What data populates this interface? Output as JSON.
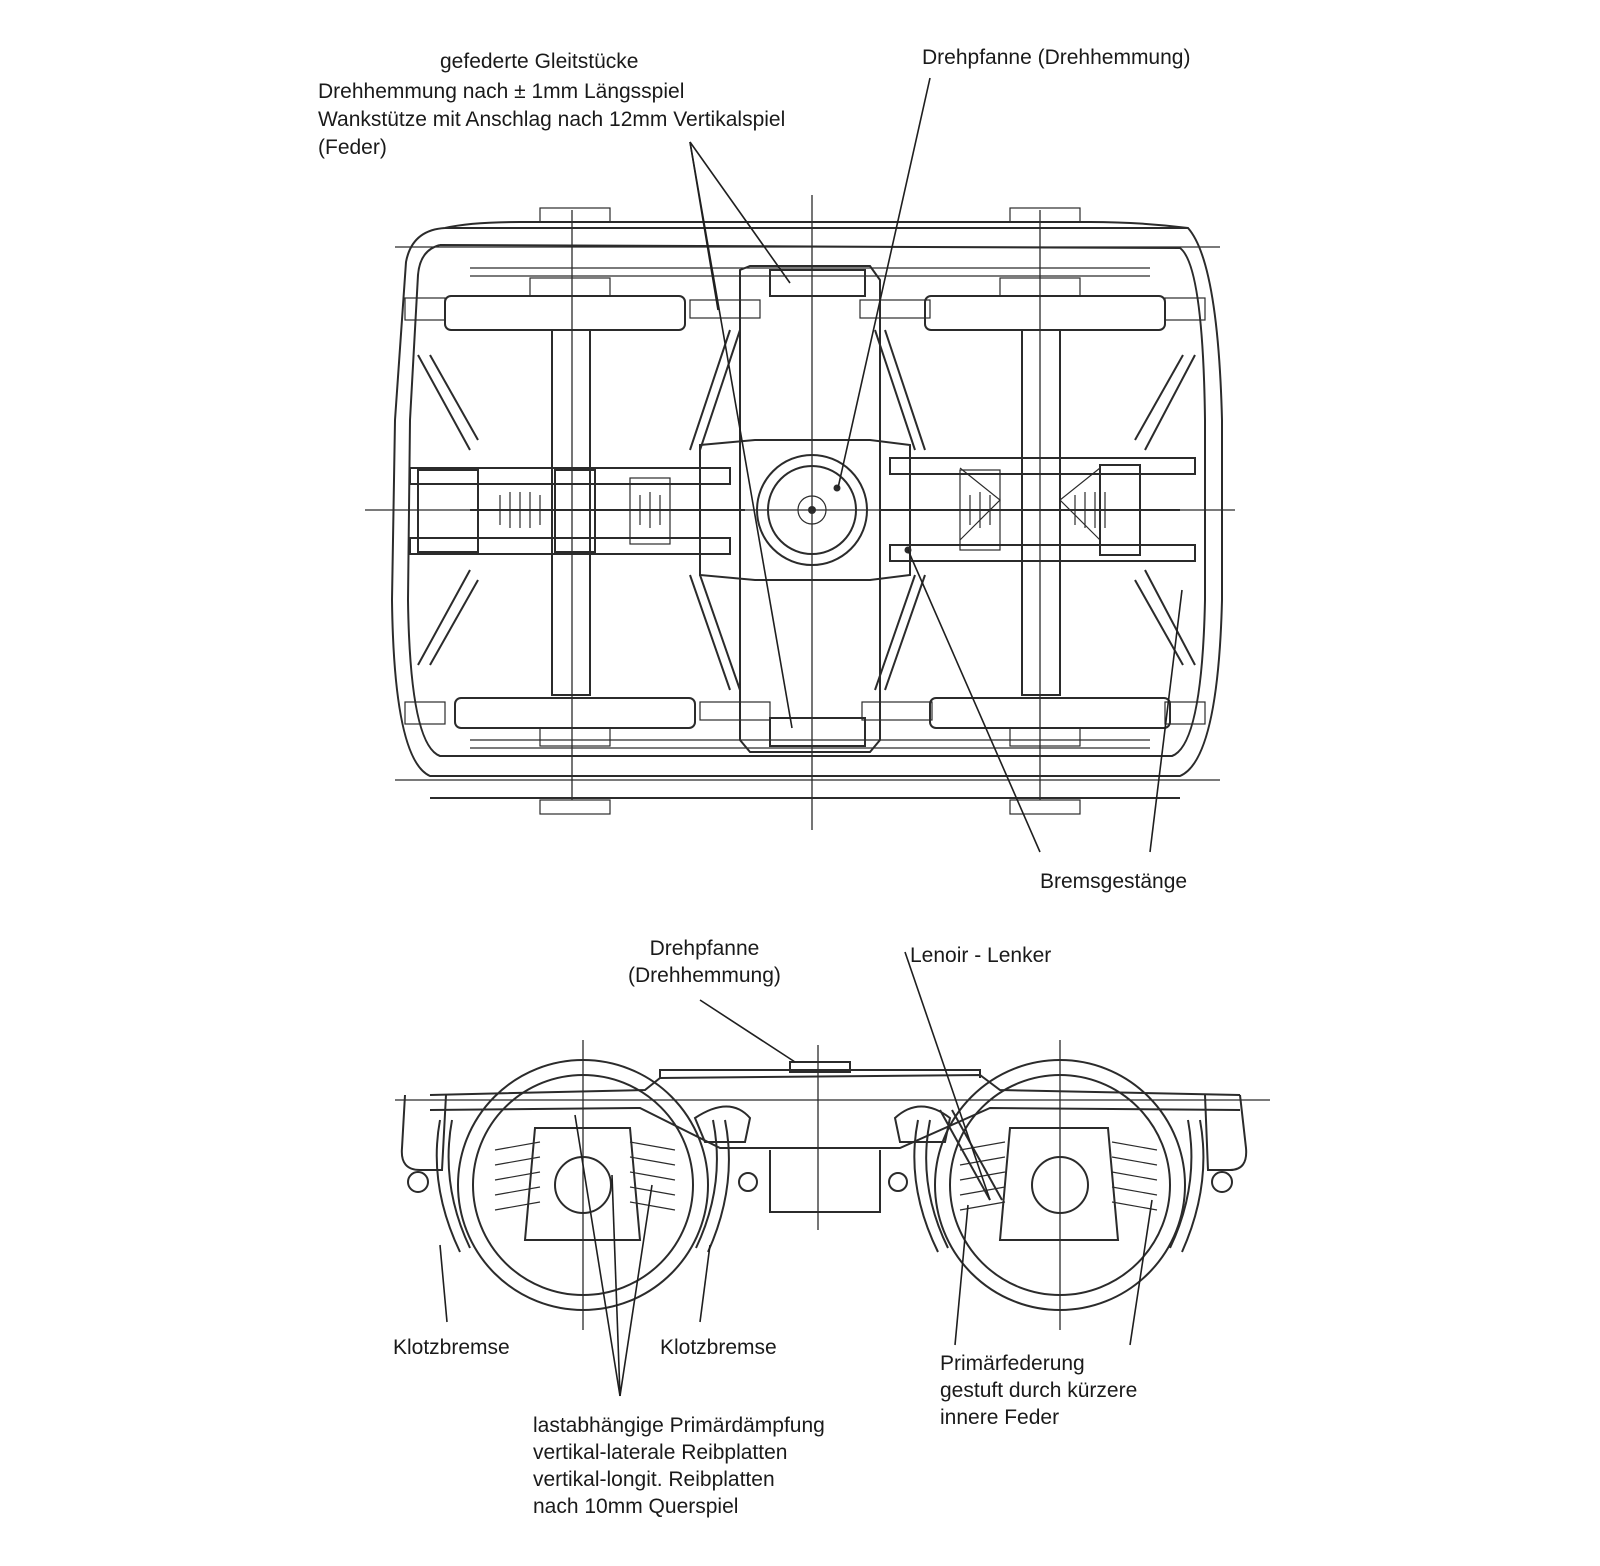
{
  "top_view": {
    "label_gleitstuecke": {
      "lines": [
        "gefederte Gleitstücke",
        "Drehhemmung nach  ± 1mm Längsspiel",
        "Wankstütze mit Anschlag nach 12mm Vertikalspiel",
        "(Feder)"
      ]
    },
    "label_drehpfanne": "Drehpfanne (Drehhemmung)",
    "label_bremsgestaenge": "Bremsgestänge"
  },
  "side_view": {
    "label_drehpfanne": {
      "lines": [
        "Drehpfanne",
        "(Drehhemmung)"
      ]
    },
    "label_lenoir": "Lenoir - Lenker",
    "label_klotzbremse_left": "Klotzbremse",
    "label_klotzbremse_right": "Klotzbremse",
    "label_primaerfederung": {
      "lines": [
        "Primärfederung",
        "gestuft durch kürzere",
        "innere Feder"
      ]
    },
    "label_primaerdaempfung": {
      "lines": [
        "lastabhängige Primärdämpfung",
        "vertikal-laterale Reibplatten",
        "vertikal-longit. Reibplatten",
        "nach 10mm Querspiel"
      ]
    }
  }
}
